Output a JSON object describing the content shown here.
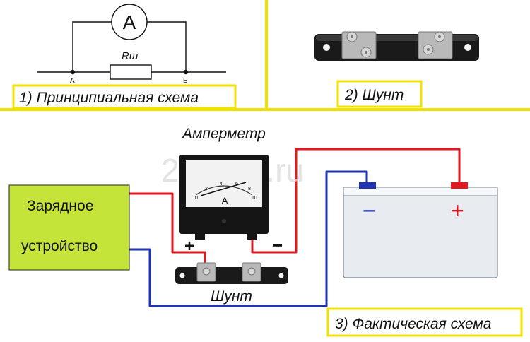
{
  "panel1": {
    "caption": "1) Принципиальная схема",
    "ammeter_letter": "A",
    "resistor_label": "Rш",
    "node_a": "А",
    "node_b": "Б"
  },
  "panel2": {
    "caption": "2) Шунт"
  },
  "panel3": {
    "caption": "3) Фактическая схема",
    "ammeter_title": "Амперметр",
    "meter_letter": "A",
    "scale_ticks": [
      "0",
      "2",
      "4",
      "6",
      "8",
      "10"
    ],
    "charger_line1": "Зарядное",
    "charger_line2": "устройство",
    "shunt_label": "Шунт",
    "meter_plus": "+",
    "meter_minus": "−",
    "battery_minus": "−",
    "battery_plus": "+"
  },
  "watermark": "2shemi.ru",
  "colors": {
    "panel_border": "#f2e200",
    "charger_fill": "#c5e43a",
    "battery_fill": "#e8ecf1",
    "wire_red": "#e0181f",
    "wire_blue": "#2233b0"
  }
}
